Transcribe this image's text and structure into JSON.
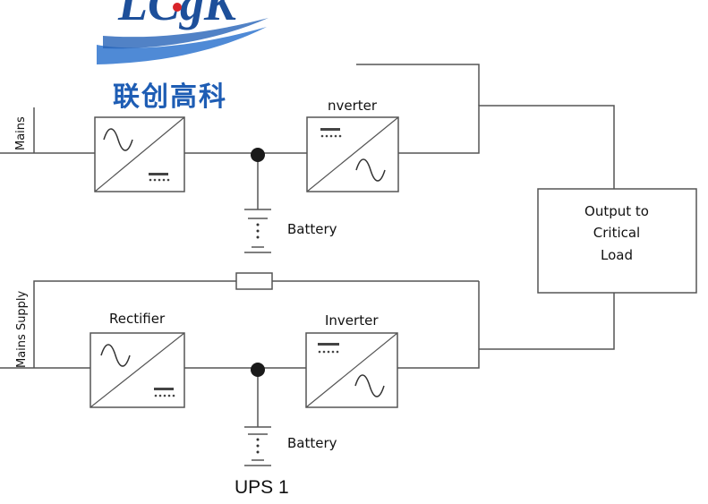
{
  "logo": {
    "text": "LCgK",
    "chinese": "联创高科",
    "colors": {
      "blue": "#1d4f9a",
      "light_blue": "#4f8ad6",
      "red": "#d8242a"
    }
  },
  "labels": {
    "mains": "Mains",
    "top_inverter_partial": "nverter",
    "battery_top": "Battery",
    "output_line1": "Output to",
    "output_line2": "Critical",
    "output_line3": "Load",
    "mains_supply": "Mains Supply",
    "rectifier": "Rectifier",
    "inverter": "Inverter",
    "battery_bottom": "Battery",
    "ups": "UPS 1"
  },
  "icons": {
    "ac_symbol": "sine-wave-icon",
    "dc_symbol": "dc-bar-icon",
    "battery_symbol": "battery-icon",
    "bypass_symbol": "static-switch-icon"
  },
  "line_color": "#555555"
}
